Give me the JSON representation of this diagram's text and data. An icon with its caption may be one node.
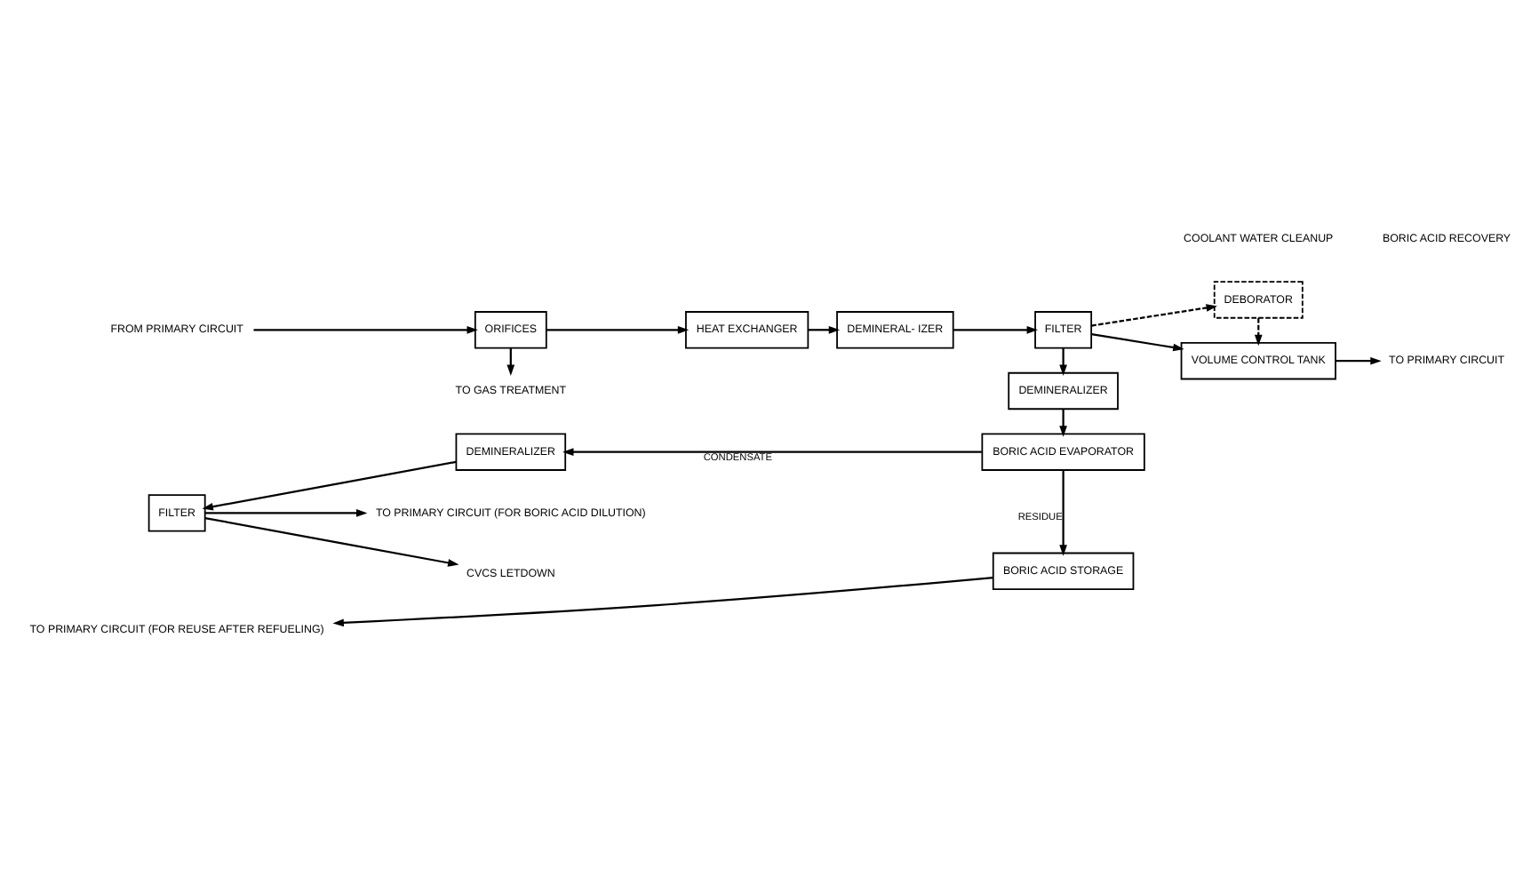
{
  "diagram": {
    "nodes": [
      {
        "text": [
          "FROM PRIMARY CIRCUIT"
        ]
      },
      {
        "text": [
          "TO GAS TREATMENT"
        ]
      },
      {
        "text": [
          "ORIFICES"
        ]
      },
      {
        "text": [
          "HEAT EXCHANGER"
        ]
      },
      {
        "text": [
          "DEMINERAL- IZER"
        ]
      },
      {
        "text": [
          "FILTER"
        ]
      },
      {
        "text": [
          "DEBORATOR"
        ]
      },
      {
        "text": [
          "VOLUME CONTROL TANK"
        ]
      },
      {
        "text": [
          "TO PRIMARY CIRCUIT"
        ]
      },
      {
        "text": [
          "DEMINERALIZER"
        ]
      },
      {
        "text": [
          "BORIC ACID EVAPORATOR"
        ]
      },
      {
        "text": [
          "DEMINERALIZER"
        ]
      },
      {
        "text": [
          "FILTER"
        ]
      },
      {
        "text": [
          "TO PRIMARY CIRCUIT (FOR BORIC ACID DILUTION)"
        ]
      },
      {
        "text": [
          "CVCS LETDOWN"
        ]
      },
      {
        "text": [
          "BORIC ACID STORAGE"
        ]
      },
      {
        "text": [
          "TO PRIMARY CIRCUIT (FOR REUSE AFTER REFUELING)"
        ]
      }
    ],
    "edges": [
      {
        "from": 0,
        "to": 2,
        "arrow": "to"
      },
      {
        "from": 2,
        "to": 1,
        "arrow": "to"
      },
      {
        "from": 2,
        "to": 3,
        "arrow": "to"
      },
      {
        "from": 3,
        "to": 4,
        "arrow": "to"
      },
      {
        "from": 4,
        "to": 5,
        "arrow": "to"
      },
      {
        "from": 5,
        "to": 6,
        "arrow": "to",
        "style": "dashed"
      },
      {
        "from": 6,
        "to": 7,
        "arrow": "to",
        "style": "dashed"
      },
      {
        "from": 5,
        "to": 7,
        "arrow": "to"
      },
      {
        "from": 7,
        "to": 8,
        "arrow": "to"
      },
      {
        "from": 5,
        "to": 9,
        "arrow": "to"
      },
      {
        "from": 9,
        "to": 10,
        "arrow": "to"
      },
      {
        "from": 10,
        "to": 11,
        "arrow": "to",
        "label": "CONDENSATE"
      },
      {
        "from": 11,
        "to": 12,
        "arrow": "to"
      },
      {
        "from": 12,
        "to": 13,
        "arrow": "to"
      },
      {
        "from": 12,
        "to": 14,
        "arrow": "to"
      },
      {
        "from": 10,
        "to": 15,
        "arrow": "to",
        "label": "RESIDUE"
      },
      {
        "from": 15,
        "to": 16,
        "arrow": "to"
      }
    ],
    "labels": [
      "COOLANT WATER CLEANUP",
      "BORIC ACID RECOVERY"
    ]
  }
}
